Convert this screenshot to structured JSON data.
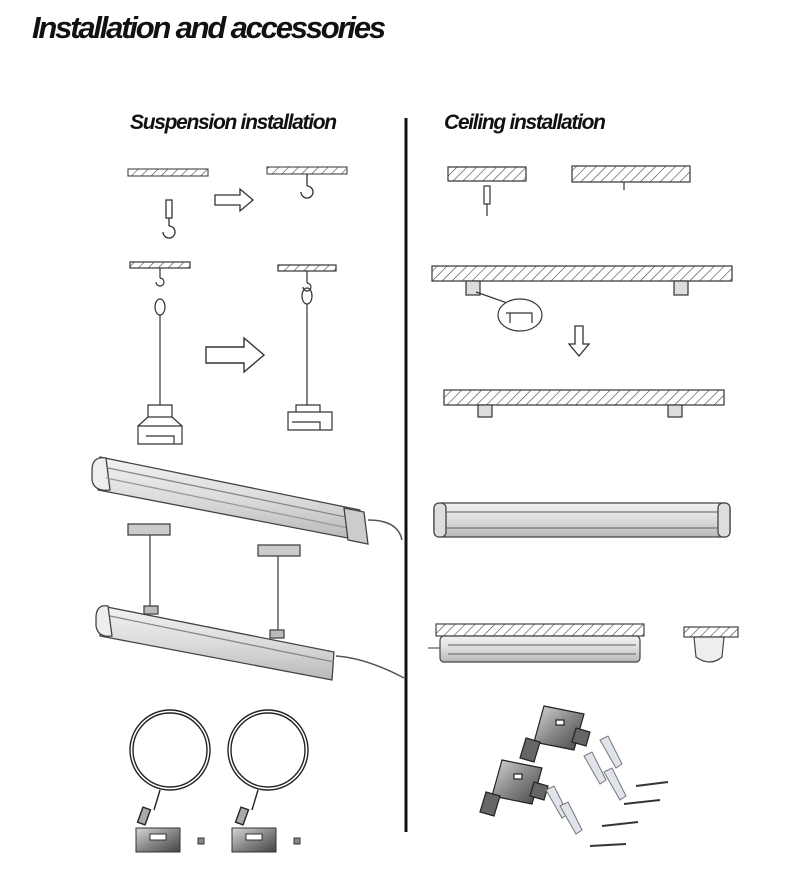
{
  "page": {
    "title": "Installation and accessories"
  },
  "sections": {
    "suspension": {
      "title": "Suspension installation"
    },
    "ceiling": {
      "title": "Ceiling installation"
    }
  }
}
